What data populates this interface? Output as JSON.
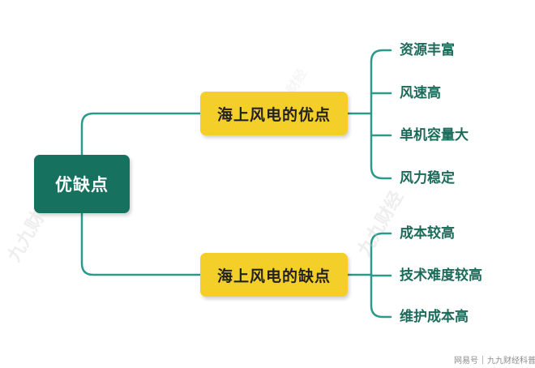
{
  "root": {
    "label": "优缺点"
  },
  "branches": [
    {
      "label": "海上风电的优点",
      "items": [
        "资源丰富",
        "风速高",
        "单机容量大",
        "风力稳定"
      ]
    },
    {
      "label": "海上风电的缺点",
      "items": [
        "成本较高",
        "技术难度较高",
        "维护成本高"
      ]
    }
  ],
  "watermarks": [
    "九九财",
    "九九财经",
    "九九财经"
  ],
  "footer": {
    "platform": "网易号",
    "account": "九九财经科普"
  },
  "colors": {
    "root_fill": "#17715f",
    "branch_fill": "#f4cf2a",
    "connector": "#2b9a8a",
    "leaf_text": "#1b6b5a"
  }
}
